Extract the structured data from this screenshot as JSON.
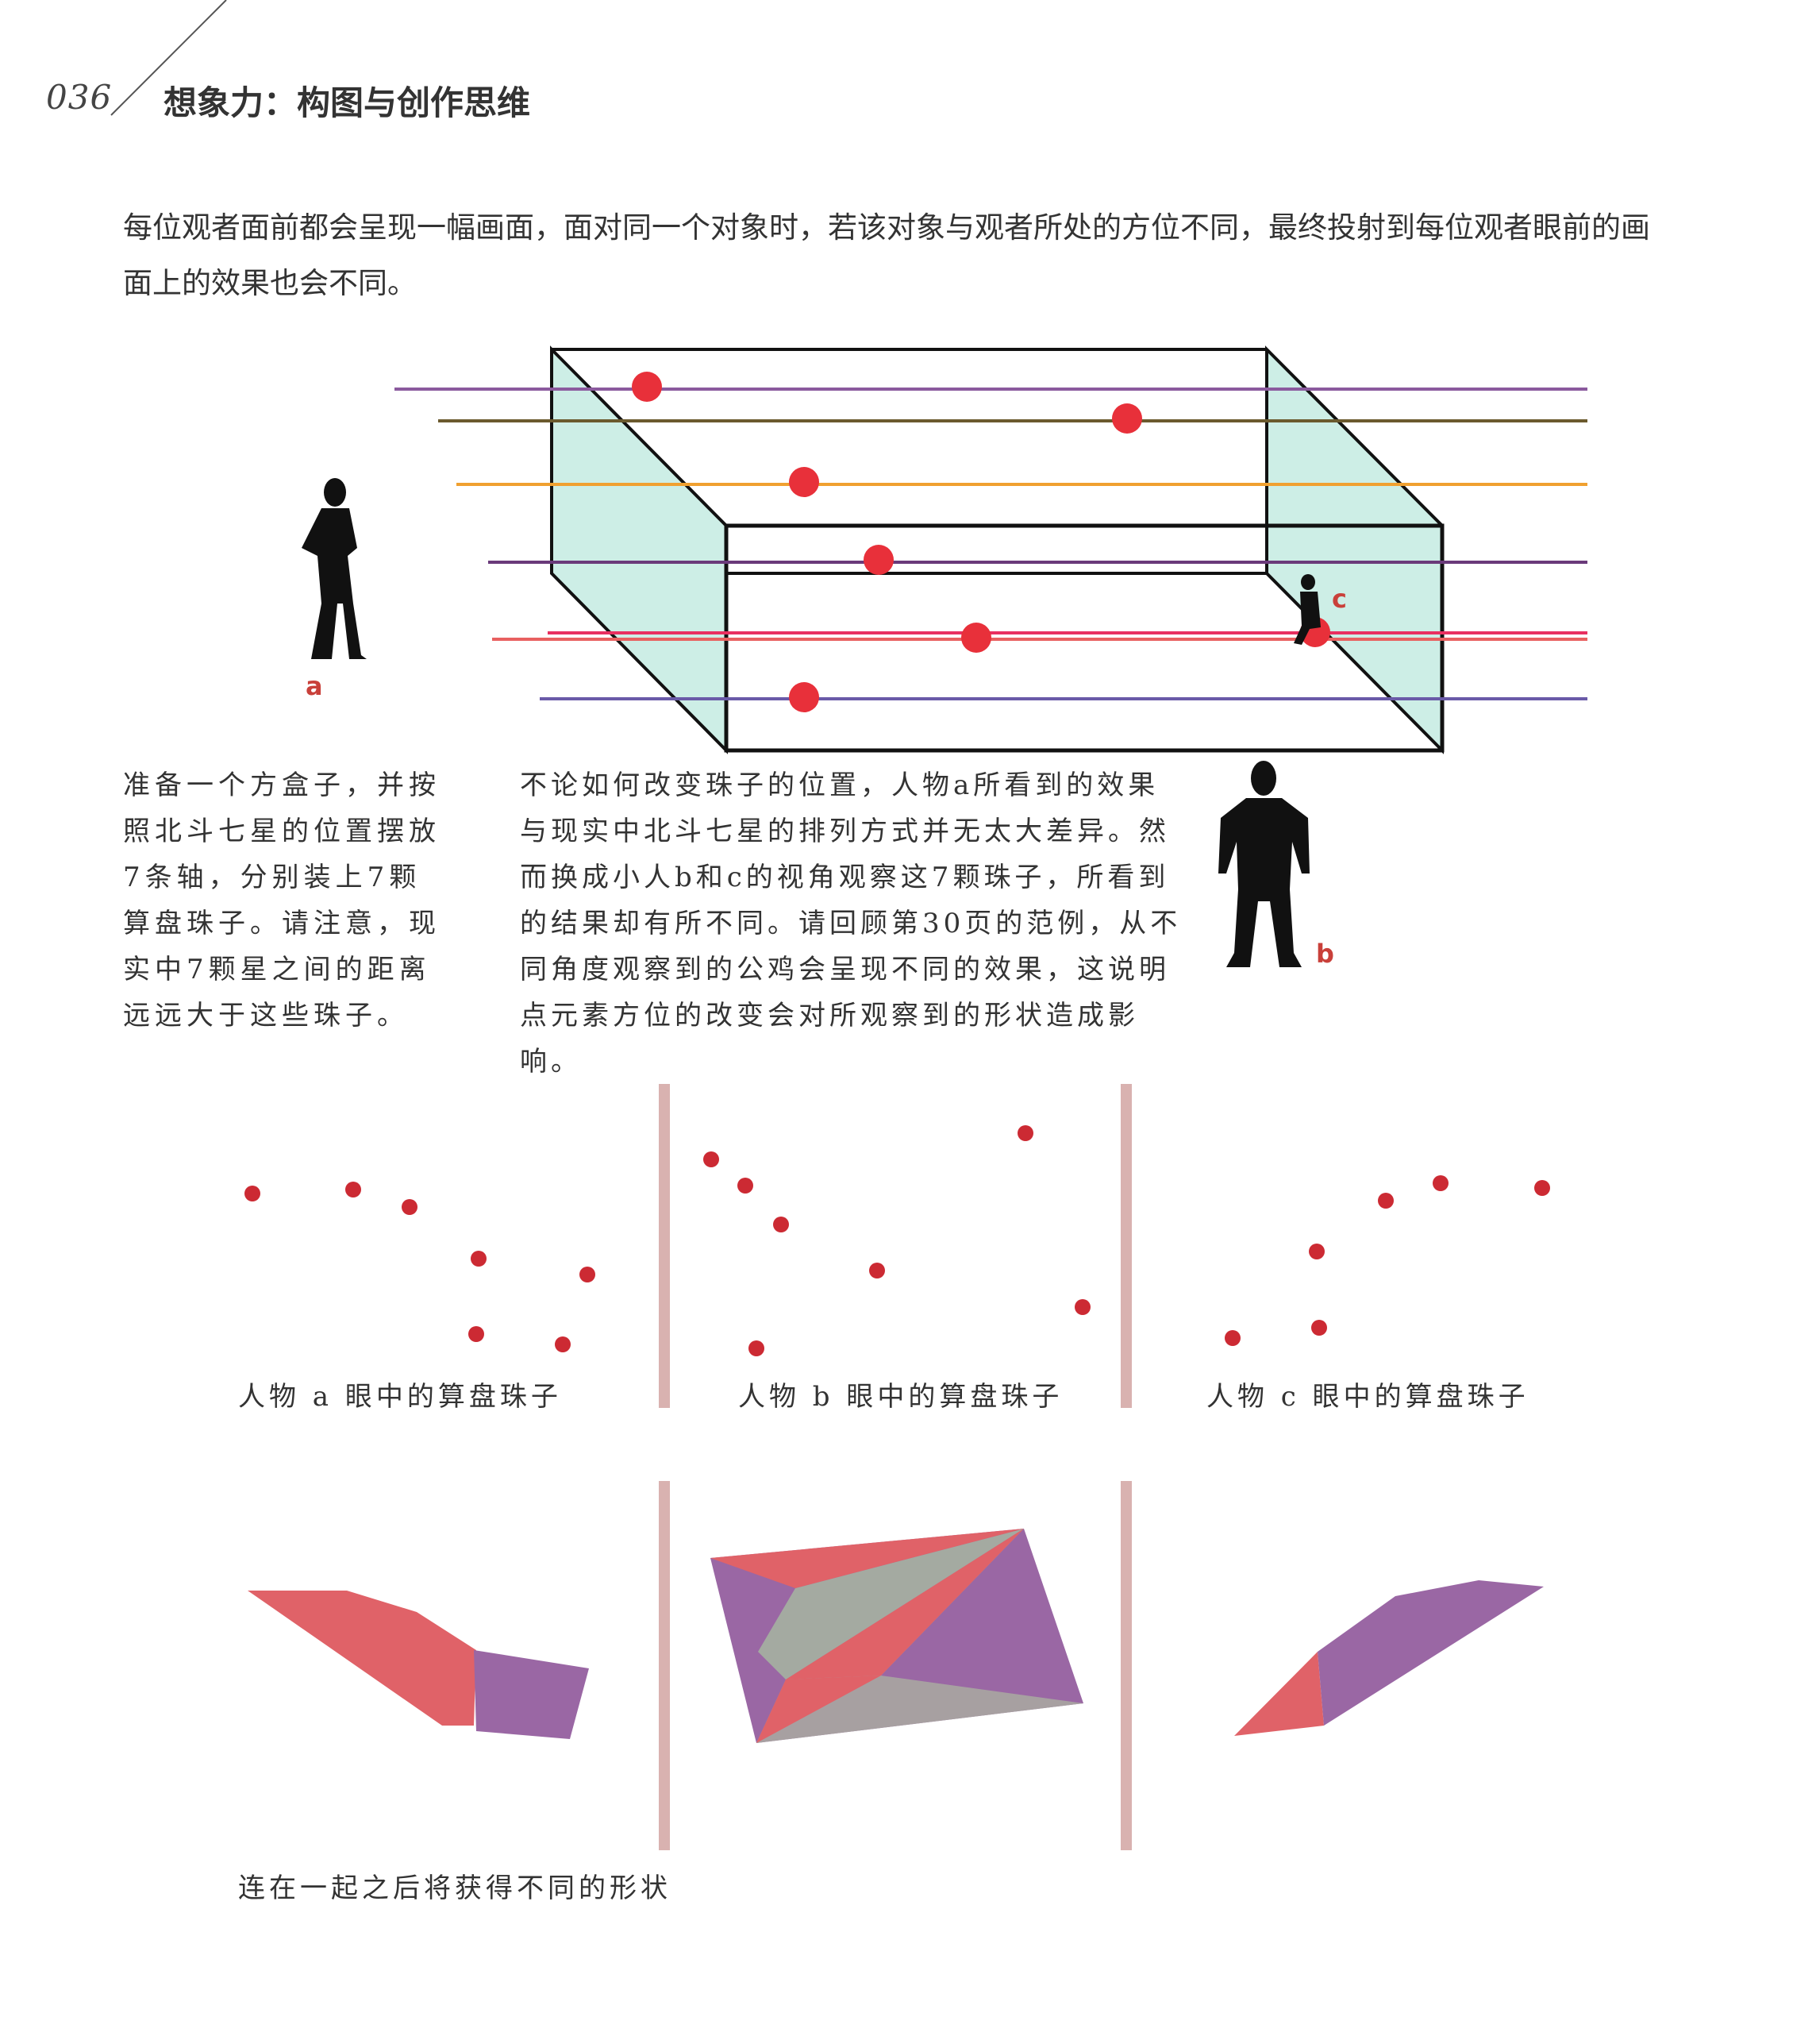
{
  "header": {
    "page_number": "036",
    "title": "想象力：构图与创作思维"
  },
  "intro_text": "每位观者面前都会呈现一幅画面，面对同一个对象时，若该对象与观者所处的方位不同，最终投射到每位观者眼前的画面上的效果也会不同。",
  "figure": {
    "person_labels": {
      "a": "a",
      "b": "b",
      "c": "c"
    },
    "colors": {
      "box_fill": "#cdeee6",
      "bead": "#e8303a",
      "axes": [
        "#8b5a9e",
        "#6b5a2e",
        "#f0a030",
        "#6a3a7a",
        "#e83060",
        "#6a5aa8"
      ]
    }
  },
  "caption_left": "准备一个方盒子，并按照北斗七星的位置摆放7条轴，分别装上7颗算盘珠子。请注意，现实中7颗星之间的距离远远大于这些珠子。",
  "caption_mid": "不论如何改变珠子的位置，人物a所看到的效果与现实中北斗七星的排列方式并无太大差异。然而换成小人b和c的视角观察这7颗珠子，所看到的结果却有所不同。请回顾第30页的范例，从不同角度观察到的公鸡会呈现不同的效果，这说明点元素方位的改变会对所观察到的形状造成影响。",
  "panels": [
    {
      "label": "人物 a 眼中的算盘珠子"
    },
    {
      "label": "人物 b 眼中的算盘珠子"
    },
    {
      "label": "人物 c 眼中的算盘珠子"
    }
  ],
  "shapes_caption": "连在一起之后将获得不同的形状"
}
